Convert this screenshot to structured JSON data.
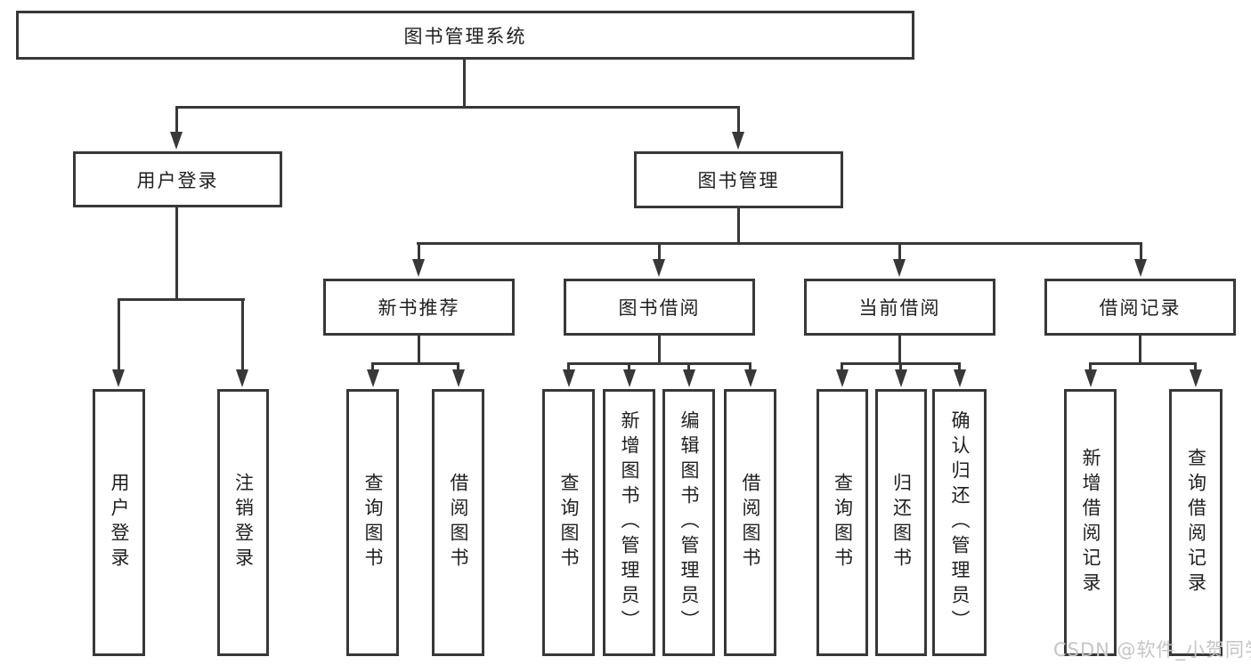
{
  "tree": {
    "label": "图书管理系统",
    "children": [
      {
        "label": "用户登录",
        "children": [
          {
            "label": "用户登录"
          },
          {
            "label": "注销登录"
          }
        ]
      },
      {
        "label": "图书管理",
        "children": [
          {
            "label": "新书推荐",
            "children": [
              {
                "label": "查询图书"
              },
              {
                "label": "借阅图书"
              }
            ]
          },
          {
            "label": "图书借阅",
            "children": [
              {
                "label": "查询图书"
              },
              {
                "label": "新增图书（管理员）"
              },
              {
                "label": "编辑图书（管理员）"
              },
              {
                "label": "借阅图书"
              }
            ]
          },
          {
            "label": "当前借阅",
            "children": [
              {
                "label": "查询图书"
              },
              {
                "label": "归还图书"
              },
              {
                "label": "确认归还（管理员）"
              }
            ]
          },
          {
            "label": "借阅记录",
            "children": [
              {
                "label": "新增借阅记录"
              },
              {
                "label": "查询借阅记录"
              }
            ]
          }
        ]
      }
    ]
  },
  "watermark": {
    "text": "CSDN @软件_小贺同学"
  },
  "colors": {
    "line": "#383838",
    "text": "#1f1f1f",
    "watermark": "#c5c5c5"
  }
}
